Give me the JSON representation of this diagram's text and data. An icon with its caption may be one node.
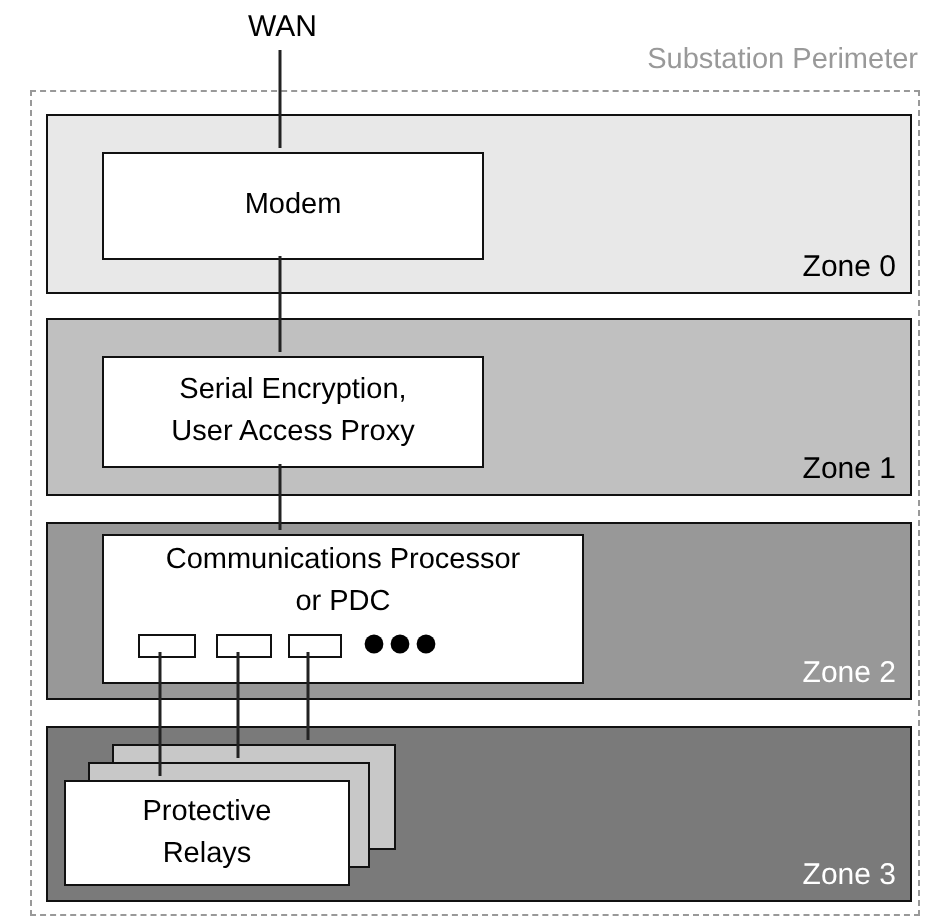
{
  "diagram": {
    "nodes": [
      {
        "text": [
          "WAN"
        ]
      },
      {
        "text": [
          "Substation Perimeter"
        ]
      },
      {
        "text": [
          "Zone 0"
        ],
        "in": 1
      },
      {
        "text": [
          "Modem"
        ],
        "in": 2
      },
      {
        "text": [
          "Zone 1"
        ],
        "in": 1
      },
      {
        "text": [
          "Serial Encryption, User Access Proxy"
        ],
        "in": 4
      },
      {
        "text": [
          "Zone 2"
        ],
        "in": 1
      },
      {
        "text": [
          "Communications Processor or PDC"
        ],
        "in": 6
      },
      {
        "text": [],
        "shape": "box",
        "in": 7
      },
      {
        "text": [],
        "shape": "box",
        "in": 7
      },
      {
        "text": [],
        "shape": "box",
        "in": 7
      },
      {
        "text": [
          "Zone 3"
        ],
        "in": 1
      },
      {
        "text": [],
        "shape": "box",
        "in": 11
      },
      {
        "text": [],
        "shape": "box",
        "in": 11
      },
      {
        "text": [
          "Protective Relays"
        ],
        "in": 11
      }
    ],
    "edges": [
      {
        "from": 0,
        "to": 3,
        "arrow": "none"
      },
      {
        "from": 3,
        "to": 5,
        "arrow": "none"
      },
      {
        "from": 5,
        "to": 7,
        "arrow": "none"
      },
      {
        "from": 8,
        "to": 14,
        "arrow": "none"
      },
      {
        "from": 9,
        "to": 13,
        "arrow": "none"
      },
      {
        "from": 10,
        "to": 12,
        "arrow": "none"
      }
    ]
  }
}
